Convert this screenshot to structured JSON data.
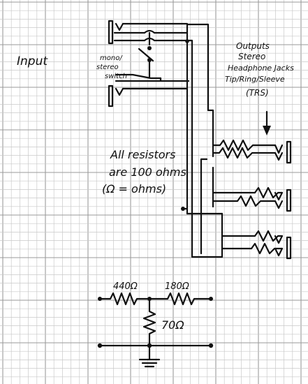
{
  "labels": {
    "input": "Input",
    "mono_stereo_1": "mono/",
    "mono_stereo_2": "stereo",
    "mono_stereo_3": "switch",
    "outputs_1": "Outputs",
    "outputs_2": "Stereo",
    "outputs_3": "Headphone Jacks",
    "outputs_4": "Tip/Ring/Sleeve",
    "outputs_5": "(TRS)",
    "resistors_1": "All resistors",
    "resistors_2": "are 100 ohms",
    "resistors_3": "(Ω = ohms)",
    "r1": "440Ω",
    "r2": "180Ω",
    "r3": "70Ω"
  },
  "colors": {
    "ink": "#111111",
    "grid_minor": "#c9c9c9",
    "grid_major": "#9a9a9a",
    "paper": "#ffffff"
  }
}
